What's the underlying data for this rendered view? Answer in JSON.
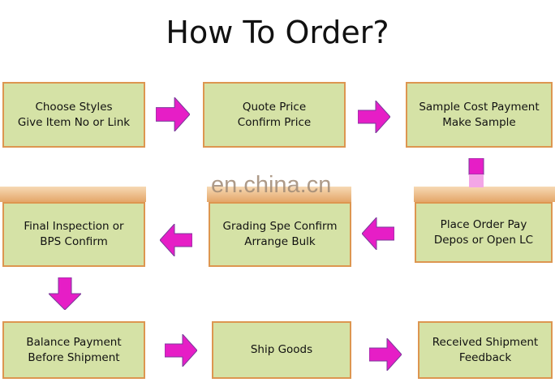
{
  "title": "How To Order?",
  "watermark": "en.china.cn",
  "colors": {
    "box_fill": "#d5e2a6",
    "box_border": "#dd9650",
    "arrow": "#e61ec6"
  },
  "steps": [
    {
      "line1": "Choose Styles",
      "line2": "Give Item No or Link"
    },
    {
      "line1": "Quote Price",
      "line2": "Confirm Price"
    },
    {
      "line1": "Sample Cost Payment",
      "line2": "Make Sample"
    },
    {
      "line1": "Place Order Pay",
      "line2": "Depos or Open LC"
    },
    {
      "line1": "Grading Spe Confirm",
      "line2": "Arrange Bulk"
    },
    {
      "line1": "Final Inspection or",
      "line2": "BPS Confirm"
    },
    {
      "line1": "Balance Payment",
      "line2": "Before Shipment"
    },
    {
      "line1": "Ship Goods",
      "line2": ""
    },
    {
      "line1": "Received Shipment",
      "line2": "Feedback"
    }
  ]
}
